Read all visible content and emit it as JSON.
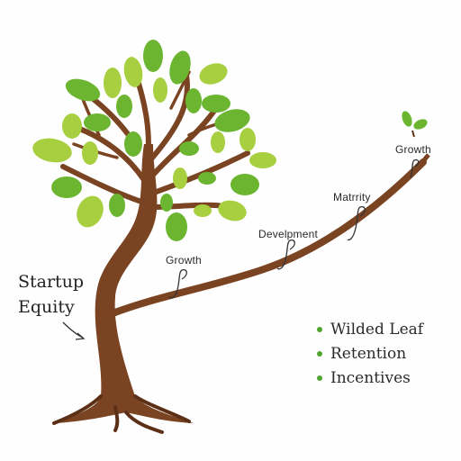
{
  "colors": {
    "trunk": "#7a4321",
    "trunk_dark": "#5c3017",
    "leaf_green": "#6bb531",
    "leaf_light": "#a7cf3f",
    "legend_dot": "#4da52e"
  },
  "tree_label": {
    "line1": "Startup",
    "line2": "Equity"
  },
  "stages": [
    {
      "label": "Growth"
    },
    {
      "label": "Develpment"
    },
    {
      "label": "Matrrity"
    },
    {
      "label": "Growth"
    }
  ],
  "legend": {
    "items": [
      {
        "label": "Wilded Leaf"
      },
      {
        "label": "Retention"
      },
      {
        "label": "Incentives"
      }
    ]
  }
}
